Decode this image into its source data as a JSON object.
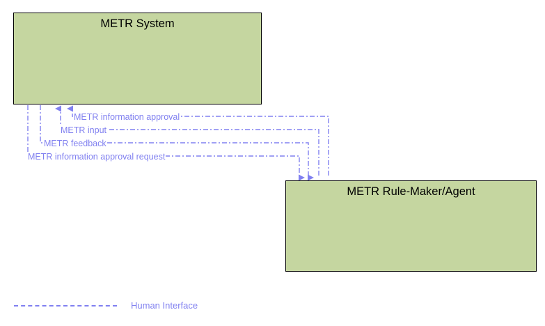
{
  "diagram": {
    "type": "context-flow-diagram",
    "background_color": "#ffffff",
    "nodes": [
      {
        "id": "metr-system",
        "label": "METR System",
        "fill": "#c5d6a0",
        "stroke": "#000000"
      },
      {
        "id": "metr-rule-maker",
        "label": "METR Rule-Maker/Agent",
        "fill": "#c5d6a0",
        "stroke": "#000000"
      }
    ],
    "flows": [
      {
        "label": "METR information approval",
        "from": "metr-rule-maker",
        "to": "metr-system",
        "direction": "up",
        "color": "#8080f0",
        "style": "dash-dot"
      },
      {
        "label": "METR input",
        "from": "metr-rule-maker",
        "to": "metr-system",
        "direction": "up",
        "color": "#8080f0",
        "style": "dash-dot"
      },
      {
        "label": "METR feedback",
        "from": "metr-system",
        "to": "metr-rule-maker",
        "direction": "down",
        "color": "#8080f0",
        "style": "dash-dot"
      },
      {
        "label": "METR information approval request",
        "from": "metr-system",
        "to": "metr-rule-maker",
        "direction": "down",
        "color": "#8080f0",
        "style": "dash-dot"
      }
    ],
    "legend": {
      "items": [
        {
          "label": "Human Interface",
          "color": "#8080f0",
          "style": "dash-dot"
        }
      ]
    }
  }
}
